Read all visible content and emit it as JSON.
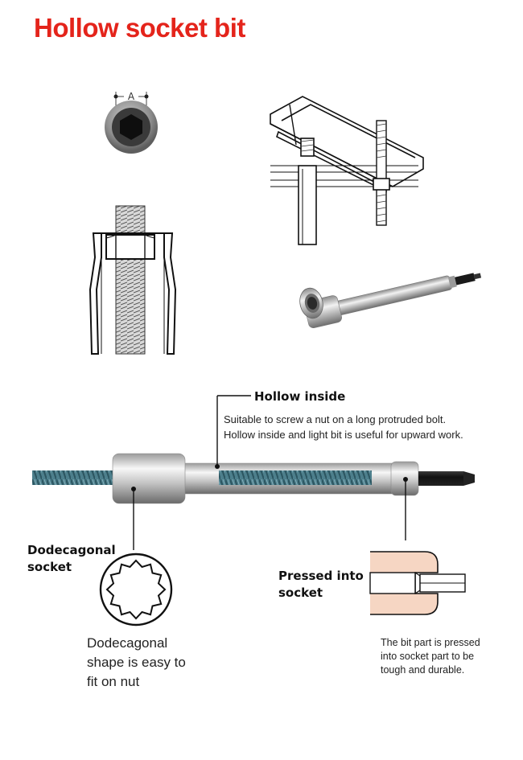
{
  "title": "Hollow socket bit",
  "callouts": {
    "hollow_inside": {
      "title": "Hollow inside",
      "lines": [
        "Suitable to screw a nut on a long protruded bolt.",
        "Hollow inside and light bit is useful for upward work."
      ]
    },
    "dodecagonal_socket": {
      "title_lines": [
        "Dodecagonal",
        "socket"
      ],
      "desc_lines": [
        "Dodecagonal",
        "shape is easy to",
        "fit on nut"
      ]
    },
    "pressed_into_socket": {
      "title_lines": [
        "Pressed into",
        "socket"
      ],
      "desc_lines": [
        "The bit part is pressed",
        "into socket part to be",
        "tough and durable."
      ]
    }
  },
  "diagram_labels": {
    "dimension_label": "A"
  },
  "colors": {
    "title_red": "#e4241b",
    "threaded_rod": "#4d7f8c",
    "socket_wall": "#f6d6c3"
  }
}
